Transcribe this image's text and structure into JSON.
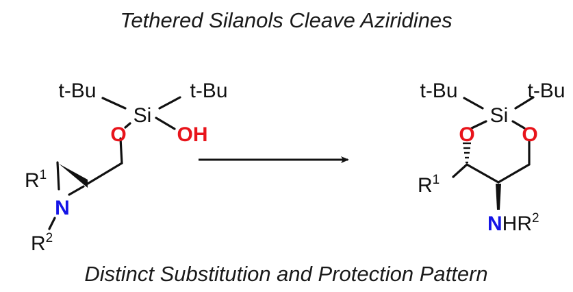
{
  "title": "Tethered Silanols Cleave Aziridines",
  "subtitle": "Distinct Substitution and Protection Pattern",
  "reactant": {
    "tbu_left": "t-Bu",
    "tbu_right": "t-Bu",
    "si": "Si",
    "oh": "OH",
    "o": "O",
    "n": "N",
    "r1": "R",
    "r1_sup": "1",
    "r2": "R",
    "r2_sup": "2"
  },
  "product": {
    "tbu_left": "t-Bu",
    "tbu_right": "t-Bu",
    "si": "Si",
    "o_left": "O",
    "o_right": "O",
    "r1": "R",
    "r1_sup": "1",
    "n": "N",
    "hr": "HR",
    "hr_sup": "2"
  },
  "colors": {
    "oxygen": "#e8141b",
    "nitrogen": "#1414e6",
    "bond": "#111111"
  }
}
